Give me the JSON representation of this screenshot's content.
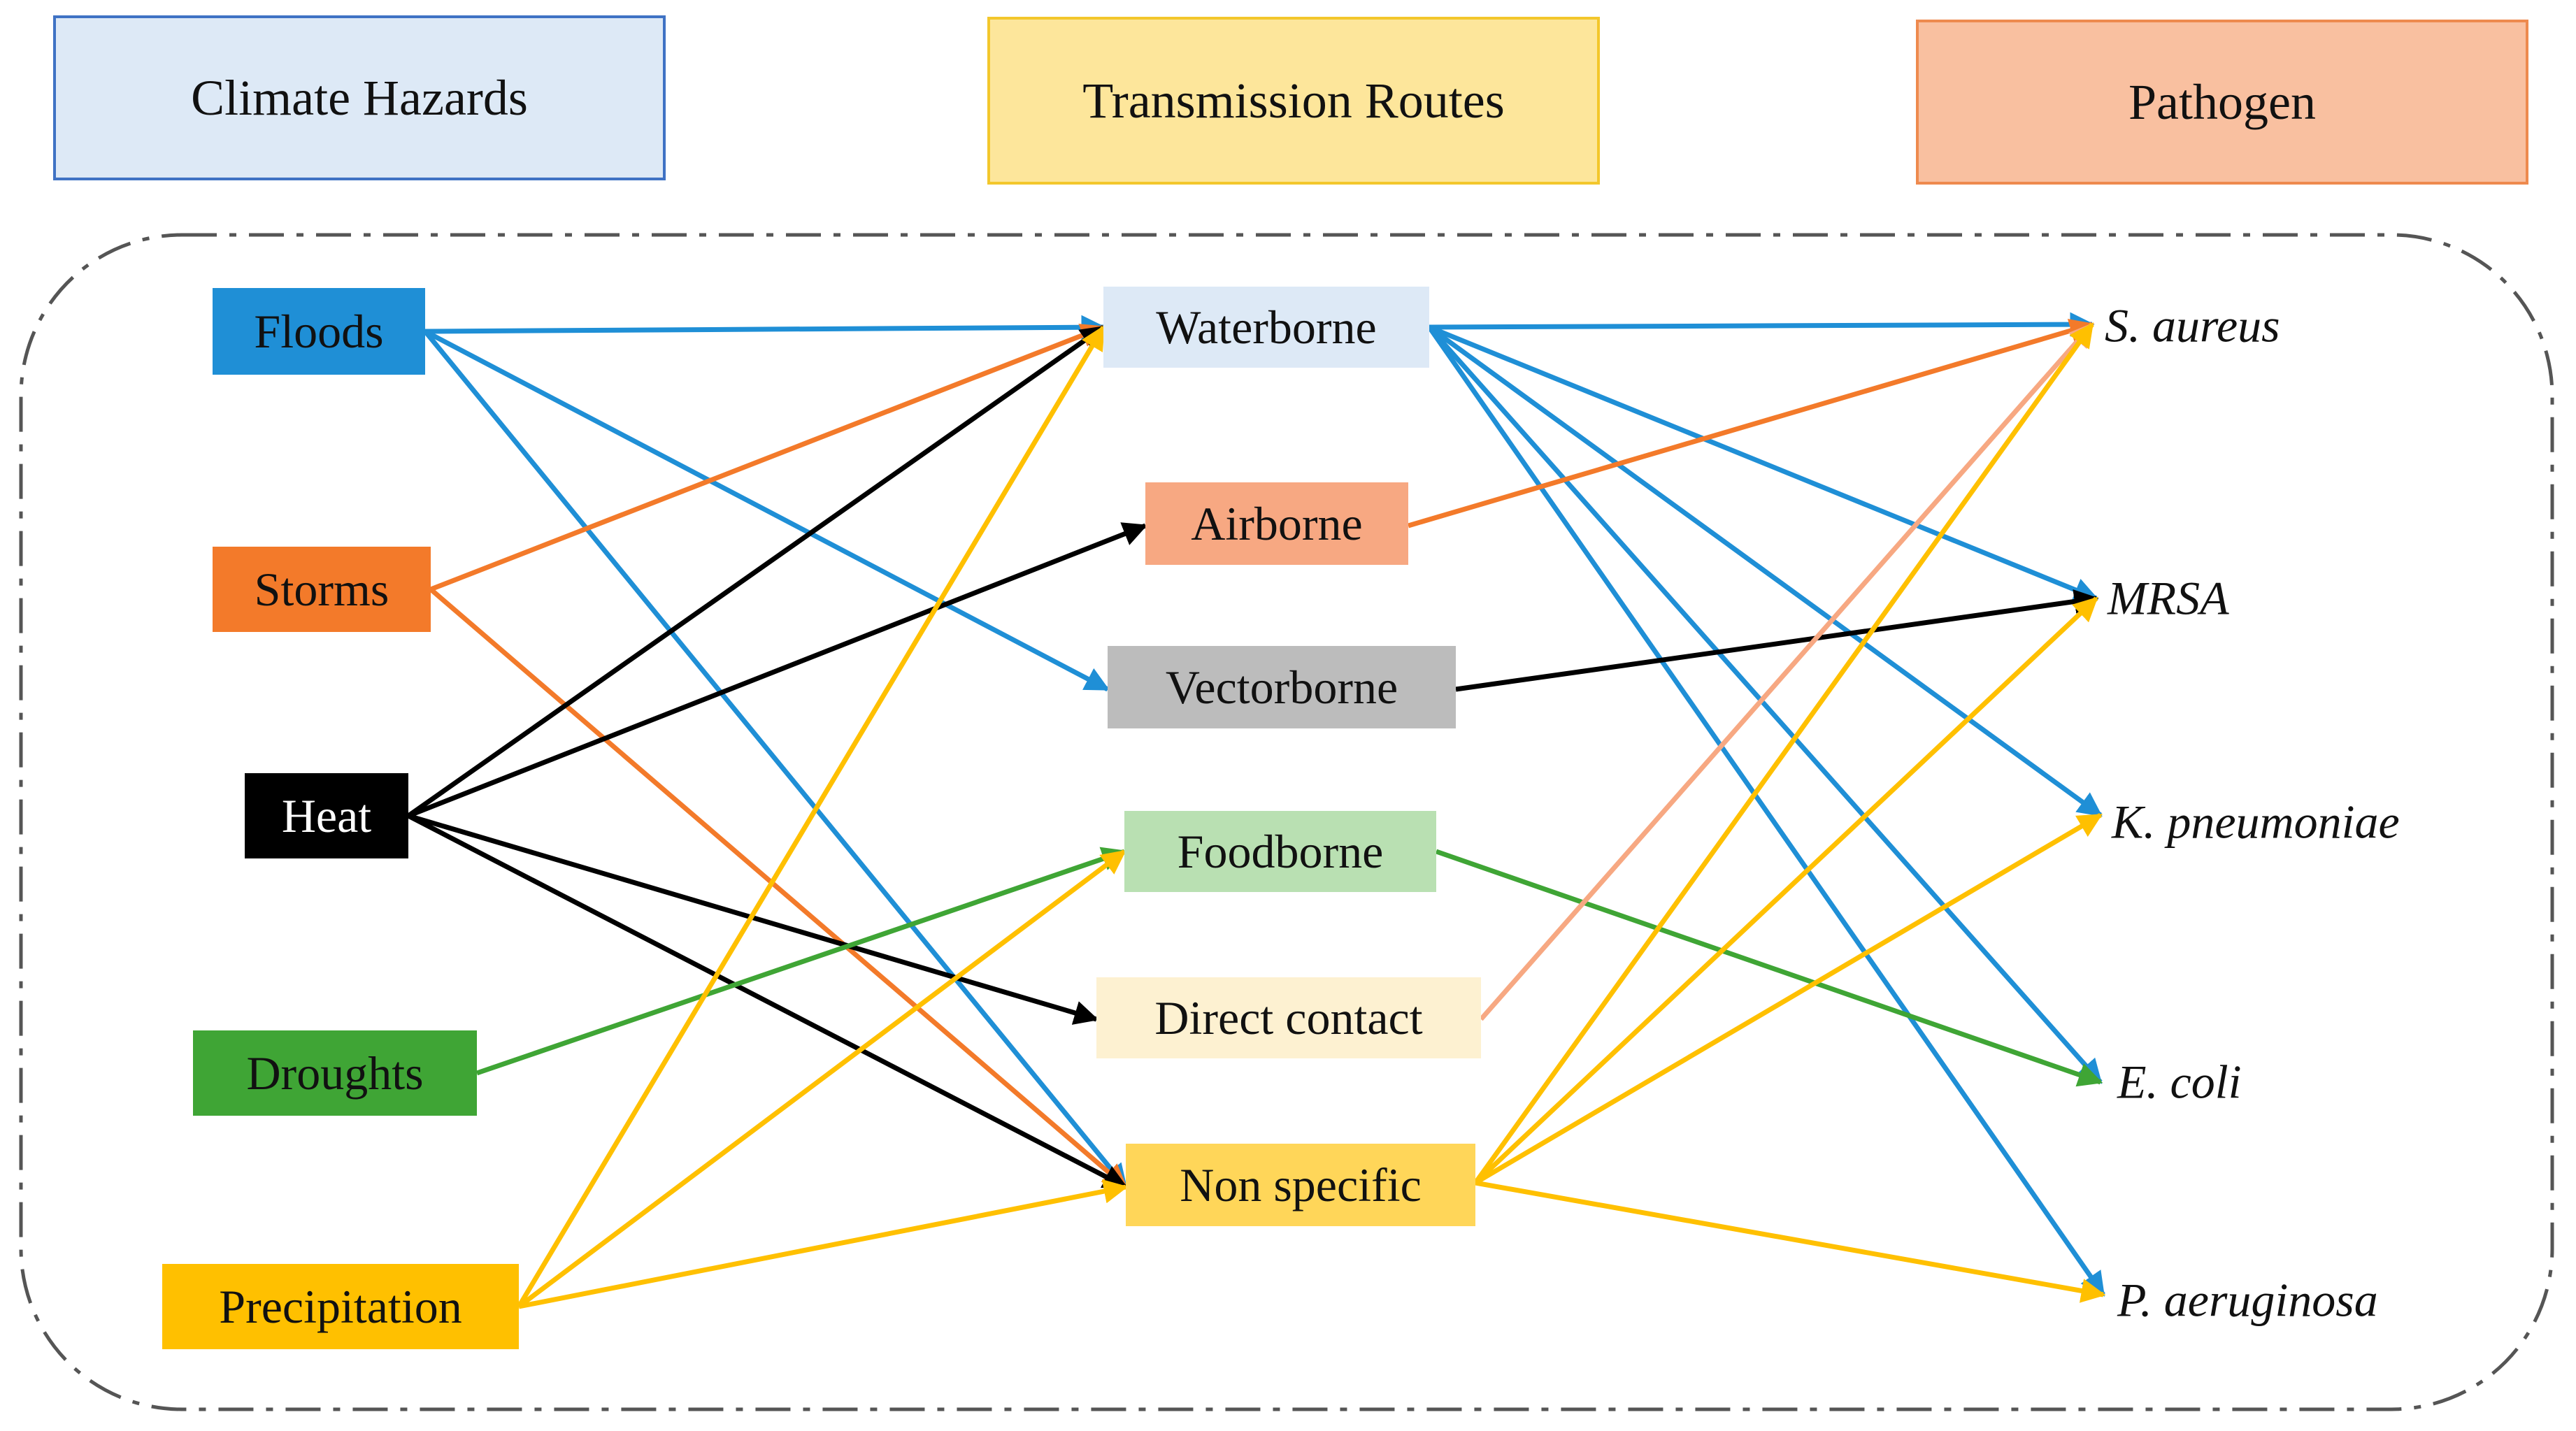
{
  "headers": {
    "hazards": "Climate Hazards",
    "routes": "Transmission Routes",
    "pathogen": "Pathogen"
  },
  "hazards": [
    {
      "id": "floods",
      "label": "Floods",
      "color": "#1f8fd6",
      "text_color": "#111111"
    },
    {
      "id": "storms",
      "label": "Storms",
      "color": "#f37a2a",
      "text_color": "#111111"
    },
    {
      "id": "heat",
      "label": "Heat",
      "color": "#000000",
      "text_color": "#ffffff"
    },
    {
      "id": "droughts",
      "label": "Droughts",
      "color": "#3fa535",
      "text_color": "#111111"
    },
    {
      "id": "precipitation",
      "label": "Precipitation",
      "color": "#ffc000",
      "text_color": "#111111"
    }
  ],
  "routes": [
    {
      "id": "waterborne",
      "label": "Waterborne",
      "color": "#dde9f6"
    },
    {
      "id": "airborne",
      "label": "Airborne",
      "color": "#f7a882"
    },
    {
      "id": "vectorborne",
      "label": "Vectorborne",
      "color": "#bcbcbc"
    },
    {
      "id": "foodborne",
      "label": "Foodborne",
      "color": "#b9e0b2"
    },
    {
      "id": "direct_contact",
      "label": "Direct contact",
      "color": "#fdf1d1"
    },
    {
      "id": "non_specific",
      "label": "Non specific",
      "color": "#ffd659"
    }
  ],
  "pathogens": [
    {
      "id": "s_aureus",
      "label": "S. aureus"
    },
    {
      "id": "mrsa",
      "label": "MRSA"
    },
    {
      "id": "k_pneumoniae",
      "label": "K. pneumoniae"
    },
    {
      "id": "e_coli",
      "label": "E. coli"
    },
    {
      "id": "p_aeruginosa",
      "label": "P. aeruginosa"
    }
  ],
  "edges": [
    {
      "from": "floods",
      "to": "waterborne",
      "color": "#1f8fd6"
    },
    {
      "from": "floods",
      "to": "vectorborne",
      "color": "#1f8fd6"
    },
    {
      "from": "floods",
      "to": "non_specific",
      "color": "#1f8fd6"
    },
    {
      "from": "storms",
      "to": "waterborne",
      "color": "#f37a2a"
    },
    {
      "from": "storms",
      "to": "non_specific",
      "color": "#f37a2a"
    },
    {
      "from": "heat",
      "to": "waterborne",
      "color": "#000000"
    },
    {
      "from": "heat",
      "to": "airborne",
      "color": "#000000"
    },
    {
      "from": "heat",
      "to": "direct_contact",
      "color": "#000000"
    },
    {
      "from": "heat",
      "to": "non_specific",
      "color": "#000000"
    },
    {
      "from": "droughts",
      "to": "foodborne",
      "color": "#3fa535"
    },
    {
      "from": "precipitation",
      "to": "waterborne",
      "color": "#ffc000"
    },
    {
      "from": "precipitation",
      "to": "foodborne",
      "color": "#ffc000"
    },
    {
      "from": "precipitation",
      "to": "non_specific",
      "color": "#ffc000"
    },
    {
      "from": "waterborne",
      "to": "s_aureus",
      "color": "#1f8fd6"
    },
    {
      "from": "waterborne",
      "to": "mrsa",
      "color": "#1f8fd6"
    },
    {
      "from": "waterborne",
      "to": "k_pneumoniae",
      "color": "#1f8fd6"
    },
    {
      "from": "waterborne",
      "to": "e_coli",
      "color": "#1f8fd6"
    },
    {
      "from": "waterborne",
      "to": "p_aeruginosa",
      "color": "#1f8fd6"
    },
    {
      "from": "airborne",
      "to": "s_aureus",
      "color": "#f37a2a"
    },
    {
      "from": "vectorborne",
      "to": "mrsa",
      "color": "#000000"
    },
    {
      "from": "foodborne",
      "to": "e_coli",
      "color": "#3fa535"
    },
    {
      "from": "direct_contact",
      "to": "s_aureus",
      "color": "#f7a882"
    },
    {
      "from": "non_specific",
      "to": "s_aureus",
      "color": "#ffc000"
    },
    {
      "from": "non_specific",
      "to": "mrsa",
      "color": "#ffc000"
    },
    {
      "from": "non_specific",
      "to": "k_pneumoniae",
      "color": "#ffc000"
    },
    {
      "from": "non_specific",
      "to": "p_aeruginosa",
      "color": "#ffc000"
    }
  ]
}
